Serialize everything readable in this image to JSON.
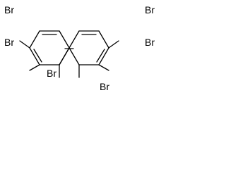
{
  "molecule": {
    "substituents": [
      {
        "id": "br-top-left",
        "label": "Br"
      },
      {
        "id": "br-top-right",
        "label": "Br"
      },
      {
        "id": "br-mid-left",
        "label": "Br"
      },
      {
        "id": "br-mid-right",
        "label": "Br"
      },
      {
        "id": "br-bottom-left",
        "label": "Br"
      },
      {
        "id": "br-bottom-right",
        "label": "Br"
      }
    ]
  },
  "colors": {
    "bond": "#000000",
    "label": "#000000",
    "background": "#ffffff"
  }
}
